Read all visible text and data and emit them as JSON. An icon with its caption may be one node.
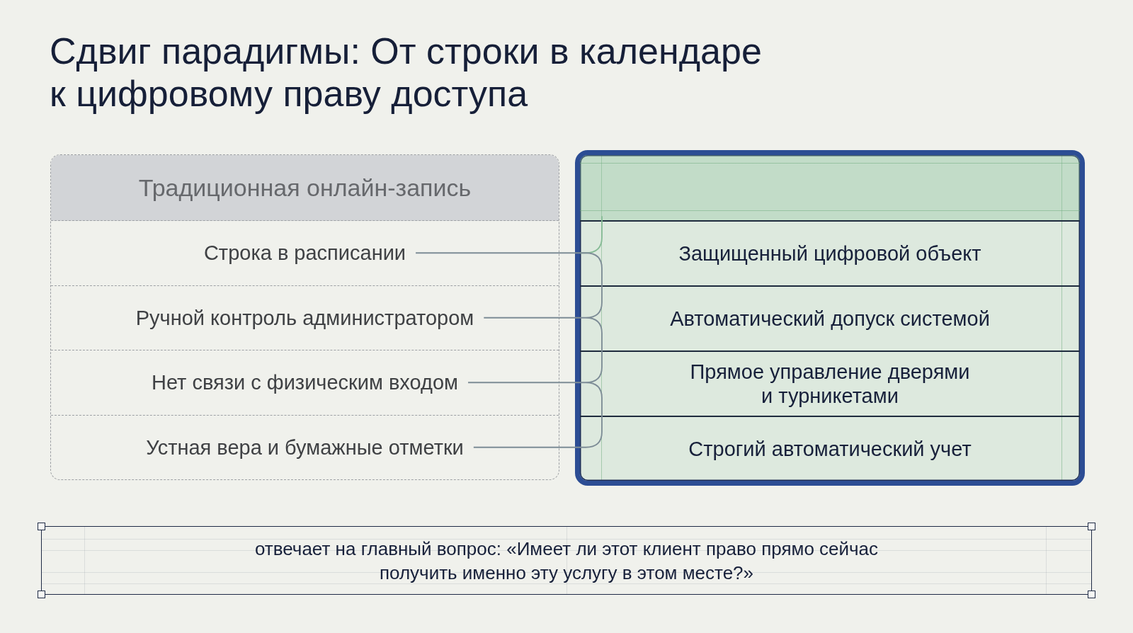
{
  "diagram": {
    "title": "Сдвиг парадигмы: От строки в календаре к цифровому праву доступа",
    "nodes": [
      {
        "text": [
          "Традиционная онлайн-запись"
        ]
      },
      {
        "text": [
          "Строка в расписании"
        ],
        "in": 0
      },
      {
        "text": [
          "Ручной контроль администратором"
        ],
        "in": 0
      },
      {
        "text": [
          "Нет связи с физическим входом"
        ],
        "in": 0
      },
      {
        "text": [
          "Устная вера и бумажные отметки"
        ],
        "in": 0
      },
      {
        "text": [],
        "shape": "box"
      },
      {
        "text": [
          "Защищенный цифровой объект"
        ],
        "in": 5
      },
      {
        "text": [
          "Автоматический допуск системой"
        ],
        "in": 5
      },
      {
        "text": [
          "Прямое управление дверями и турникетами"
        ],
        "in": 5
      },
      {
        "text": [
          "Строгий автоматический учет"
        ],
        "in": 5
      },
      {
        "text": [
          "отвечает на главный вопрос: «Имеет ли этот клиент право прямо сейчас получить именно эту услугу в этом месте?»"
        ]
      }
    ],
    "edges": [
      {
        "from": 1,
        "to": 6,
        "arrow": "none"
      },
      {
        "from": 2,
        "to": 7,
        "arrow": "none"
      },
      {
        "from": 3,
        "to": 8,
        "arrow": "none"
      },
      {
        "from": 4,
        "to": 9,
        "arrow": "none"
      }
    ]
  }
}
